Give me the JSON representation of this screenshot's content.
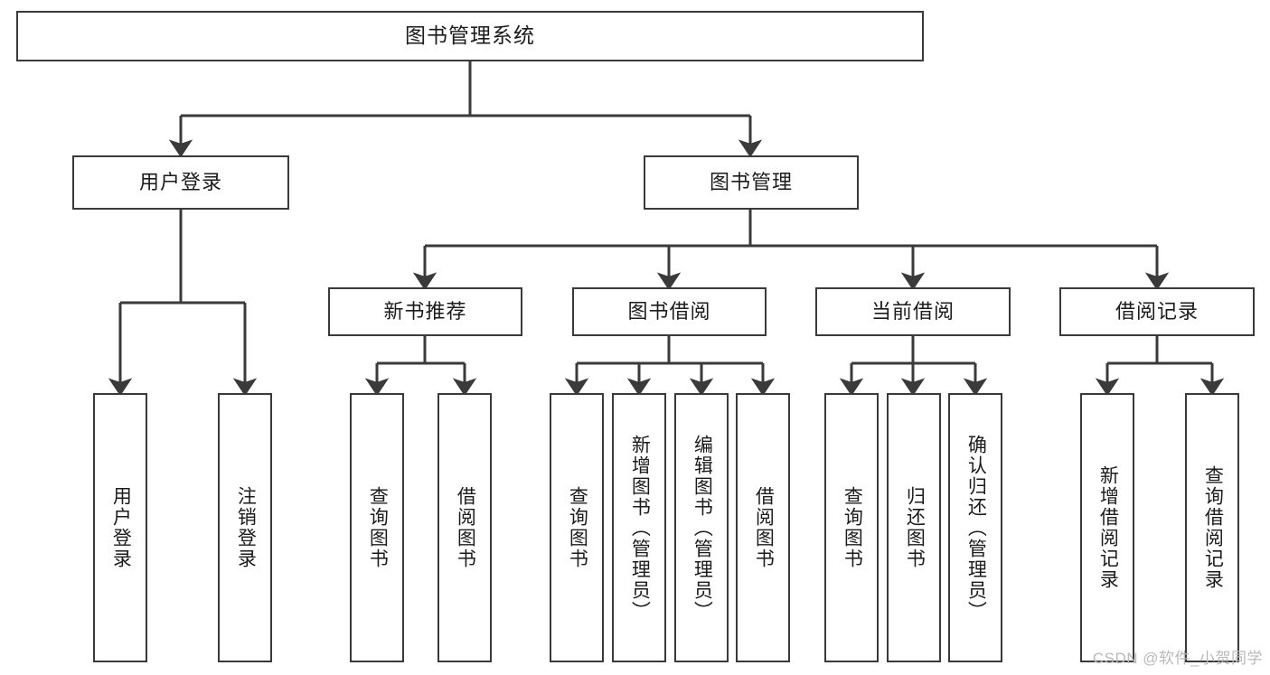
{
  "diagram": {
    "title": "图书管理系统",
    "watermark": "CSDN @软件_小贺同学",
    "line_color": "#3a3a3a",
    "box_fill": "#ffffff",
    "text_color": "#1b1b1b",
    "nodes": {
      "root": {
        "label": "图书管理系统"
      },
      "level1": [
        {
          "id": "user-login",
          "label": "用户登录"
        },
        {
          "id": "book-manage",
          "label": "图书管理"
        }
      ],
      "level2": [
        {
          "id": "new-book-recommend",
          "label": "新书推荐"
        },
        {
          "id": "book-borrow",
          "label": "图书借阅"
        },
        {
          "id": "current-borrow",
          "label": "当前借阅"
        },
        {
          "id": "borrow-record",
          "label": "借阅记录"
        }
      ],
      "leaves": {
        "user_login": [
          {
            "id": "leaf-user-login",
            "label": "用户登录"
          },
          {
            "id": "leaf-logout-login",
            "label": "注销登录"
          }
        ],
        "new_book_recommend": [
          {
            "id": "leaf-query-book-1",
            "label": "查询图书"
          },
          {
            "id": "leaf-borrow-book-1",
            "label": "借阅图书"
          }
        ],
        "book_borrow": [
          {
            "id": "leaf-query-book-2",
            "label": "查询图书"
          },
          {
            "id": "leaf-add-book",
            "label": "新增图书（管理员）"
          },
          {
            "id": "leaf-edit-book",
            "label": "编辑图书（管理员）"
          },
          {
            "id": "leaf-borrow-book-2",
            "label": "借阅图书"
          }
        ],
        "current_borrow": [
          {
            "id": "leaf-query-book-3",
            "label": "查询图书"
          },
          {
            "id": "leaf-return-book",
            "label": "归还图书"
          },
          {
            "id": "leaf-confirm-return",
            "label": "确认归还（管理员）"
          }
        ],
        "borrow_record": [
          {
            "id": "leaf-add-borrow-record",
            "label": "新增借阅记录"
          },
          {
            "id": "leaf-query-borrow-record",
            "label": "查询借阅记录"
          }
        ]
      }
    }
  }
}
